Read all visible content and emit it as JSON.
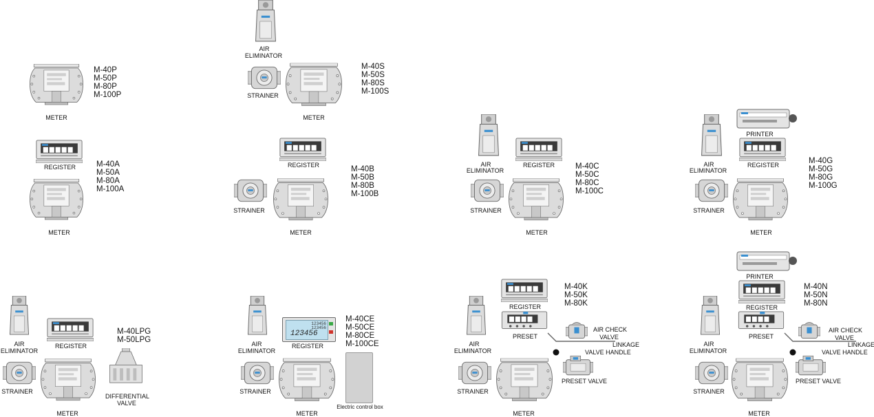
{
  "labels": {
    "meter": "METER",
    "register": "REGISTER",
    "strainer": "STRAINER",
    "air": "AIR",
    "eliminator": "ELIMINATOR",
    "printer": "PRINTER",
    "preset": "PRESET",
    "air_check_valve_1": "AIR CHECK",
    "air_check_valve_2": "VALVE",
    "linkage": "LINKAGE",
    "valve_handle": "VALVE HANDLE",
    "preset_valve": "PRESET VALVE",
    "differential": "DIFFERENTIAL",
    "valve": "VALVE",
    "electric_control_box": "Electric control box",
    "display_value": "123456",
    "display_small_1": "123456",
    "display_small_2": "123456"
  },
  "models": {
    "P": [
      "M-40P",
      "M-50P",
      "M-80P",
      "M-100P"
    ],
    "S": [
      "M-40S",
      "M-50S",
      "M-80S",
      "M-100S"
    ],
    "A": [
      "M-40A",
      "M-50A",
      "M-80A",
      "M-100A"
    ],
    "B": [
      "M-40B",
      "M-50B",
      "M-80B",
      "M-100B"
    ],
    "C": [
      "M-40C",
      "M-50C",
      "M-80C",
      "M-100C"
    ],
    "G": [
      "M-40G",
      "M-50G",
      "M-80G",
      "M-100G"
    ],
    "LPG": [
      "M-40LPG",
      "M-50LPG"
    ],
    "CE": [
      "M-40CE",
      "M-50CE",
      "M-80CE",
      "M-100CE"
    ],
    "K": [
      "M-40K",
      "M-50K",
      "M-80K"
    ],
    "N": [
      "M-40N",
      "M-50N",
      "M-80N"
    ]
  },
  "colors": {
    "body_fill": "#dcdcdc",
    "body_stroke": "#6b6b6b",
    "display_dark": "#3a3a3a",
    "accent_blue": "#3a8fd0",
    "ce_display": "#bfe0ef",
    "control_box": "#d2d2d2"
  }
}
